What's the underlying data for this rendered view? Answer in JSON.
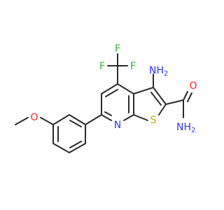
{
  "colors": {
    "bond": "#2b2b2b",
    "carbon": "#2b2b2b",
    "nitrogen": "#3333ff",
    "oxygen": "#ff2020",
    "sulfur": "#c8a800",
    "fluorine": "#2db52d",
    "background": "#ffffff"
  },
  "atoms": {
    "f_top": "F",
    "f_left": "F",
    "f_right": "F",
    "amino_top": "NH",
    "amino_top_sub": "2",
    "carbonyl_o": "O",
    "amide_nh": "NH",
    "amide_nh_sub": "2",
    "pyridine_n": "N",
    "thiophene_s": "S",
    "ether_o": "O"
  }
}
